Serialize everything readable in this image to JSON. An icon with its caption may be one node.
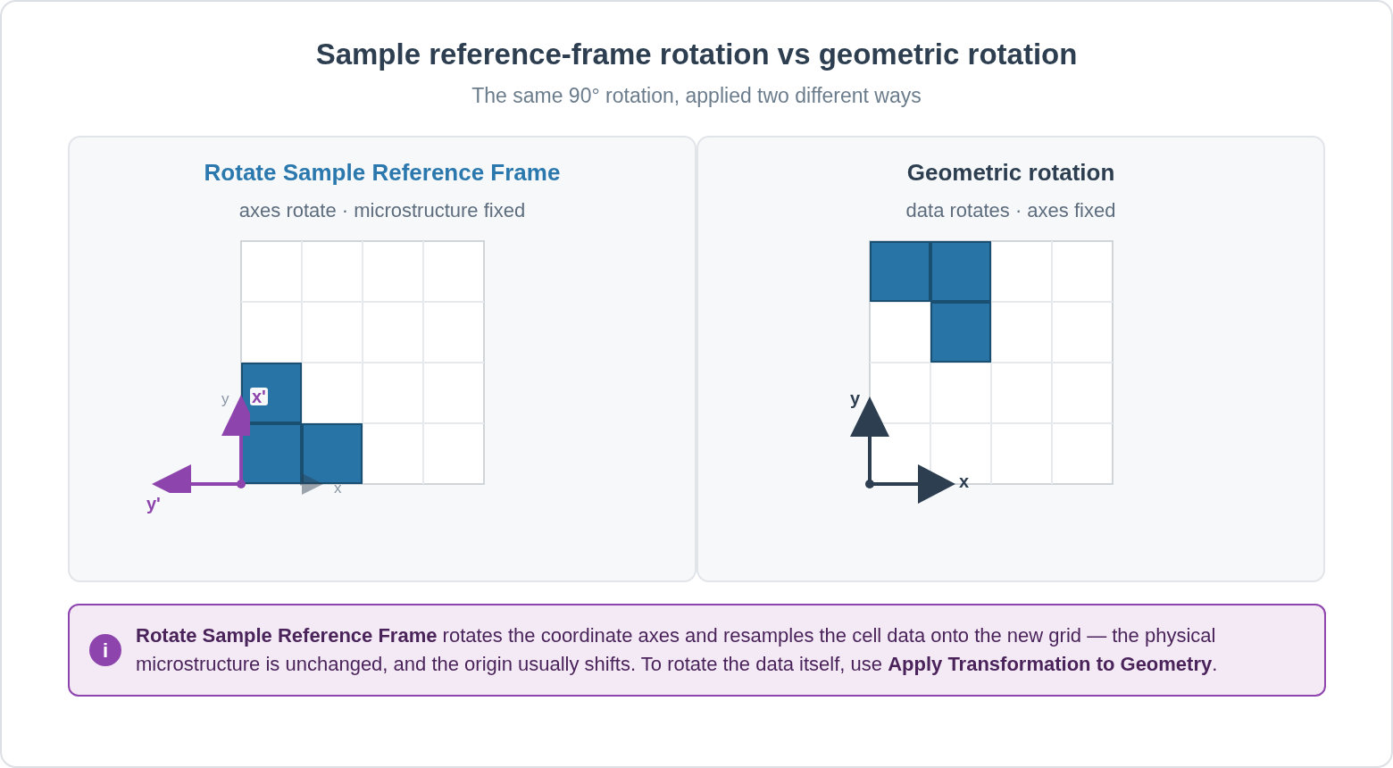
{
  "diagram": {
    "title": "Sample reference-frame rotation vs geometric rotation",
    "caption": "The same 90° rotation, applied two different ways",
    "nodes": [
      {
        "text": [
          "Rotate Sample Reference Frame",
          "axes rotate · microstructure fixed"
        ]
      },
      {
        "text": [
          "Geometric rotation",
          "data rotates · axes fixed"
        ]
      },
      {
        "text": [
          "**Rotate Sample Reference Frame** rotates the coordinate axes and resamples the cell data onto the new grid — the physical microstructure is unchanged, and the origin usually shifts. To rotate the data itself, use **Apply Transformation to Geometry**."
        ]
      }
    ],
    "edges": [],
    "labels": [
      "y",
      "x'",
      "y'",
      "x",
      "y",
      "x",
      "i"
    ]
  }
}
